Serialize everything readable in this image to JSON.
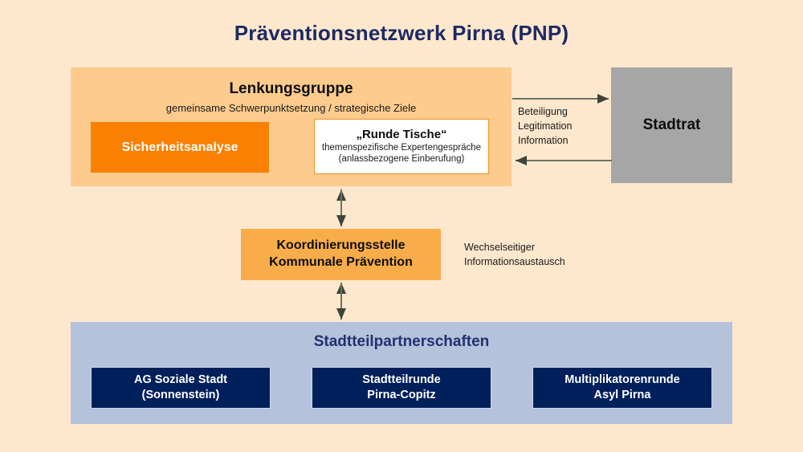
{
  "title": "Präventionsnetzwerk Pirna (PNP)",
  "colors": {
    "background": "#FDE8CE",
    "title_navy": "#1D2A63",
    "panel_light_orange": "#FCCB8D",
    "box_vivid_orange": "#F98000",
    "box_amber_orange": "#F9AD4A",
    "box_white": "#FFFFFF",
    "box_gray": "#A6A6A6",
    "panel_light_blue": "#B4C2DC",
    "box_navy": "#00205B",
    "arrow_gray": "#4D5347"
  },
  "lenkungsgruppe": {
    "heading": "Lenkungsgruppe",
    "subheading": "gemeinsame Schwerpunktsetzung / strategische Ziele",
    "sicherheitsanalyse": {
      "label": "Sicherheitsanalyse"
    },
    "runde_tische": {
      "title": "„Runde Tische“",
      "line1": "themenspezifische Expertengespräche",
      "line2": "(anlassbezogene Einberufung)"
    }
  },
  "stadtrat": {
    "label": "Stadtrat"
  },
  "connector_stadtrat": {
    "label_line1": "Beteiligung",
    "label_line2": "Legitimation",
    "label_line3": "Information",
    "arrow_top_direction": "right",
    "arrow_bottom_direction": "left"
  },
  "koordinierungsstelle": {
    "line1": "Koordinierungsstelle",
    "line2": "Kommunale Prävention",
    "arrow_above": "double-headed-vertical",
    "arrow_below": "double-headed-vertical"
  },
  "wechselseitig": {
    "line1": "Wechselseitiger",
    "line2": "Informationsaustausch"
  },
  "stadtteilpartnerschaften": {
    "heading": "Stadtteilpartnerschaften",
    "boxes": [
      {
        "line1": "AG Soziale Stadt",
        "line2": "(Sonnenstein)"
      },
      {
        "line1": "Stadtteilrunde",
        "line2": "Pirna-Copitz"
      },
      {
        "line1": "Multiplikatorenrunde",
        "line2": "Asyl Pirna"
      }
    ]
  }
}
